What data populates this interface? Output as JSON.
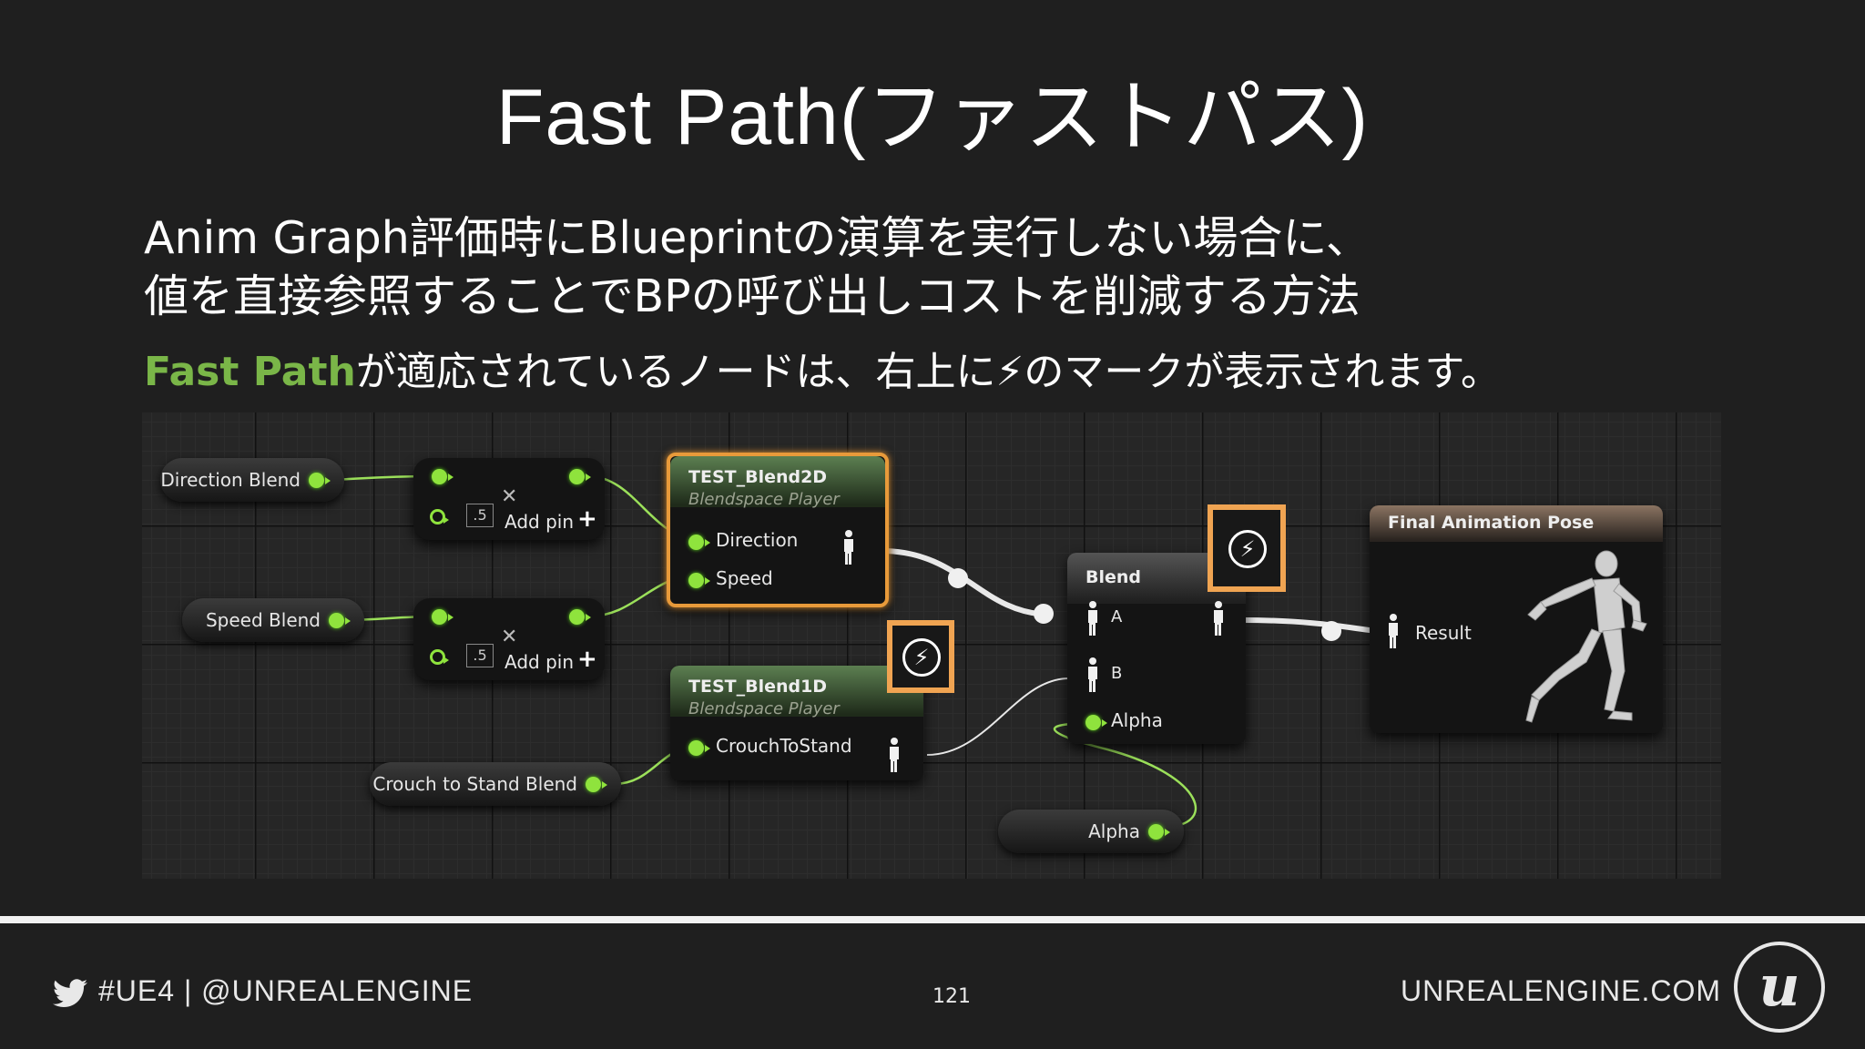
{
  "slide": {
    "title": "Fast Path(ファストパス)",
    "desc_line1": "Anim Graph評価時にBlueprintの演算を実行しない場合に、",
    "desc_line2": "値を直接参照することでBPの呼び出しコストを削減する方法",
    "note_highlight": "Fast Path",
    "note_rest": "が適応されているノードは、右上に⚡のマークが表示されます。",
    "highlight_color": "#7ab648"
  },
  "graph": {
    "variables": {
      "direction_blend": "Direction Blend",
      "speed_blend": "Speed Blend",
      "crouch_to_stand_blend": "Crouch to Stand Blend",
      "alpha": "Alpha"
    },
    "add_nodes": [
      {
        "value": ".5",
        "add_pin_label": "Add pin"
      },
      {
        "value": ".5",
        "add_pin_label": "Add pin"
      }
    ],
    "blend2d": {
      "title": "TEST_Blend2D",
      "subtitle": "Blendspace Player",
      "pin_direction": "Direction",
      "pin_speed": "Speed"
    },
    "blend1d": {
      "title": "TEST_Blend1D",
      "subtitle": "Blendspace Player",
      "pin_crouch": "CrouchToStand"
    },
    "blend": {
      "title": "Blend",
      "pin_a": "A",
      "pin_b": "B",
      "pin_alpha": "Alpha"
    },
    "final_pose": {
      "title": "Final Animation Pose",
      "pin_result": "Result"
    },
    "fast_path_icon": "lightning-bolt-icon",
    "highlight_border_color": "#f0a452"
  },
  "footer": {
    "twitter_icon": "twitter-bird-icon",
    "left_text": "#UE4 | @UNREALENGINE",
    "page_number": "121",
    "right_text": "UNREALENGINE.COM",
    "logo_text": "u"
  }
}
